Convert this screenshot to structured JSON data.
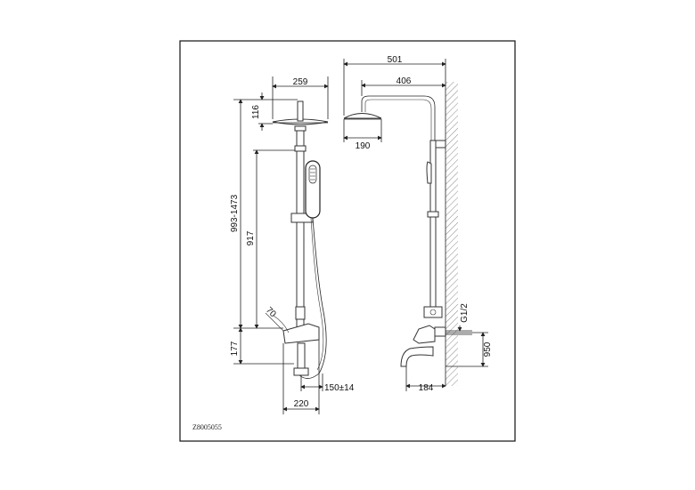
{
  "drawing": {
    "code": "Z8005055",
    "dimensions": {
      "head_width": "259",
      "head_height": "116",
      "total_height": "993-1473",
      "rail_height": "917",
      "mixer_height": "177",
      "hose_angle": "70",
      "outlet_offset": "150±14",
      "mixer_width": "220",
      "arm_reach": "501",
      "arm_length": "406",
      "head_diameter": "190",
      "inlet_thread": "G1/2",
      "mount_height": "950",
      "spout_reach": "184"
    }
  }
}
